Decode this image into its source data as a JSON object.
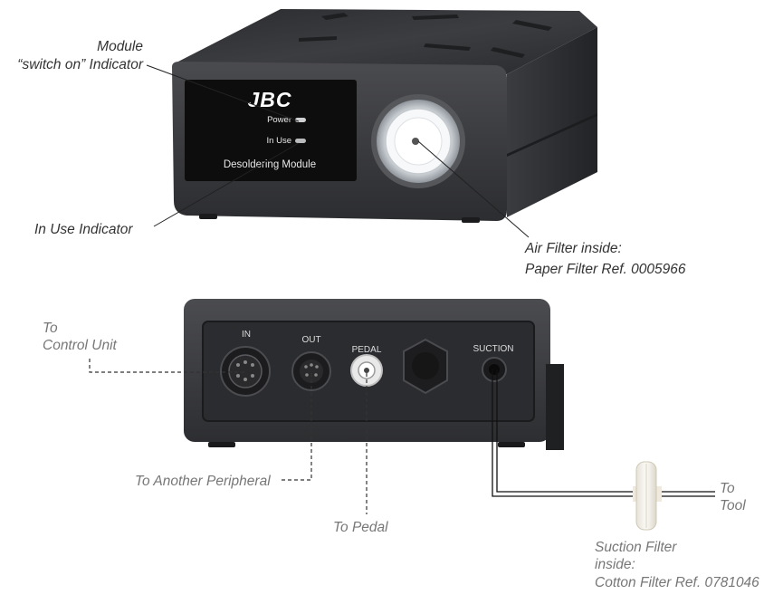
{
  "device": {
    "brand": "JBC",
    "front_panel": {
      "power_label": "Power",
      "in_use_label": "In Use",
      "module_name": "Desoldering Module"
    },
    "rear_panel": {
      "port_in": "IN",
      "port_out": "OUT",
      "port_pedal": "PEDAL",
      "port_suction": "SUCTION"
    }
  },
  "callouts": {
    "module_indicator_line1": "Module",
    "module_indicator_line2": "“switch on” Indicator",
    "in_use_indicator": "In Use Indicator",
    "air_filter_line1": "Air Filter inside:",
    "air_filter_line2": "Paper Filter Ref. 0005966",
    "to_control_line1": "To",
    "to_control_line2": "Control Unit",
    "to_another_peripheral": "To Another Peripheral",
    "to_pedal": "To Pedal",
    "to_tool_line1": "To",
    "to_tool_line2": "Tool",
    "suction_filter_line1": "Suction Filter",
    "suction_filter_line2": "inside:",
    "suction_filter_line3": "Cotton Filter Ref. 0781046"
  },
  "colors": {
    "housing": "#3a3b3e",
    "panel": "#0d0d0d",
    "led": "#cfd0d2",
    "label_dark": "#333333",
    "label_grey": "#777777"
  }
}
